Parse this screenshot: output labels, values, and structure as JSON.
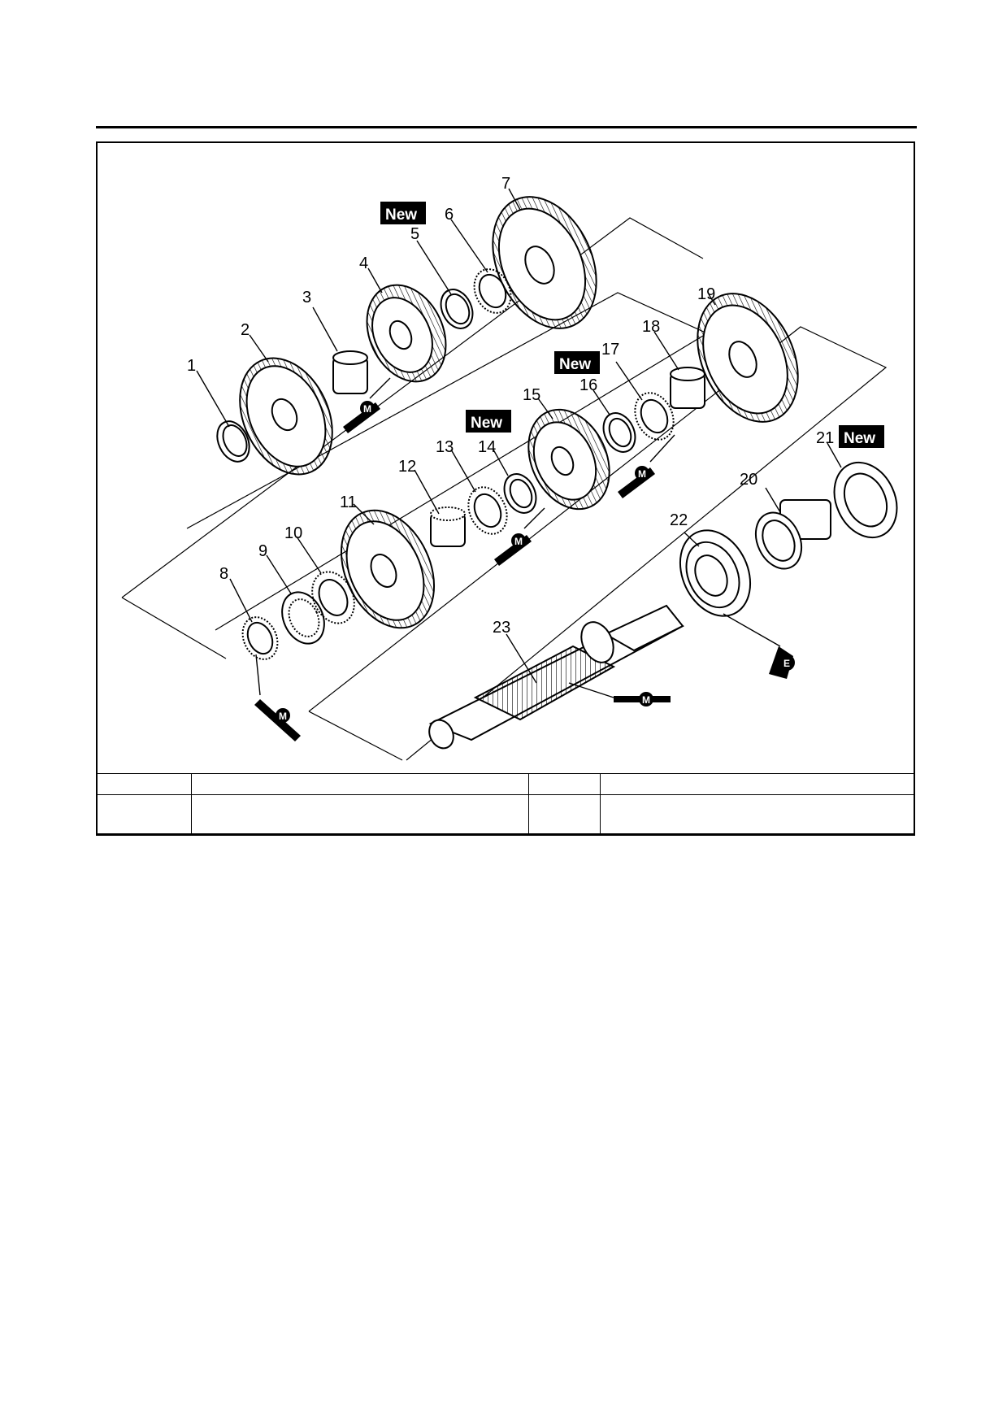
{
  "diagram": {
    "callouts": [
      "1",
      "2",
      "3",
      "4",
      "5",
      "6",
      "7",
      "8",
      "9",
      "10",
      "11",
      "12",
      "13",
      "14",
      "15",
      "16",
      "17",
      "18",
      "19",
      "20",
      "21",
      "22",
      "23"
    ],
    "new_badge": "New",
    "lubricant_molybdenum": "M",
    "lubricant_engine_oil": "E"
  },
  "parts_table": {
    "header": [
      "",
      "",
      "",
      ""
    ],
    "row": [
      "",
      "",
      "",
      ""
    ]
  }
}
